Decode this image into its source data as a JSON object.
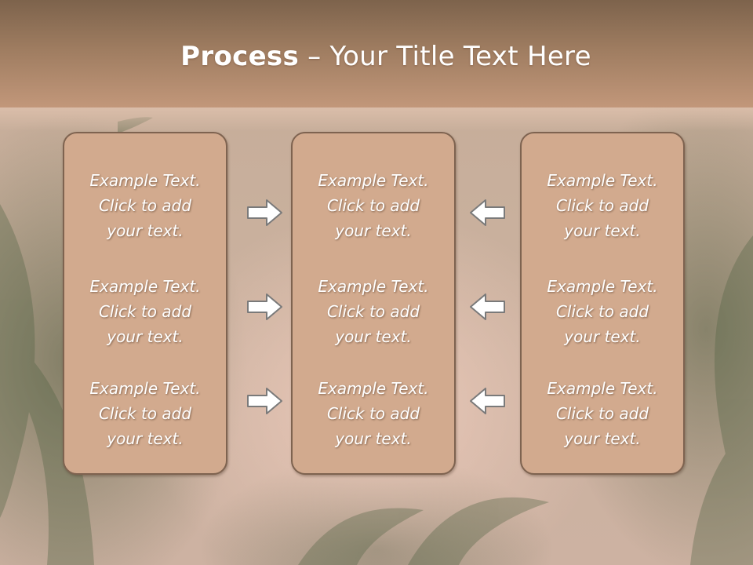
{
  "title": {
    "bold": "Process",
    "rest": " – Your Title Text Here"
  },
  "columns": [
    {
      "items": [
        {
          "line1": "Example Text.",
          "line2": "Click  to add",
          "line3": "your text."
        },
        {
          "line1": "Example Text.",
          "line2": "Click  to add",
          "line3": "your text."
        },
        {
          "line1": "Example Text.",
          "line2": "Click  to add",
          "line3": "your text."
        }
      ]
    },
    {
      "items": [
        {
          "line1": "Example Text.",
          "line2": "Click  to add",
          "line3": "your text."
        },
        {
          "line1": "Example Text.",
          "line2": "Click  to add",
          "line3": "your text."
        },
        {
          "line1": "Example Text.",
          "line2": "Click  to add",
          "line3": "your text."
        }
      ]
    },
    {
      "items": [
        {
          "line1": "Example Text.",
          "line2": "Click  to add",
          "line3": "your text."
        },
        {
          "line1": "Example Text.",
          "line2": "Click  to add",
          "line3": "your text."
        },
        {
          "line1": "Example Text.",
          "line2": "Click  to add",
          "line3": "your text."
        }
      ]
    }
  ],
  "colors": {
    "box_fill": "#d2aa8e",
    "box_border": "#7e6350",
    "header": "#9e7c60",
    "arrow_fill": "#ffffff",
    "arrow_stroke": "#7a7a7a"
  },
  "arrows": {
    "left_group": "right-arrow-icon",
    "right_group": "left-arrow-icon"
  }
}
